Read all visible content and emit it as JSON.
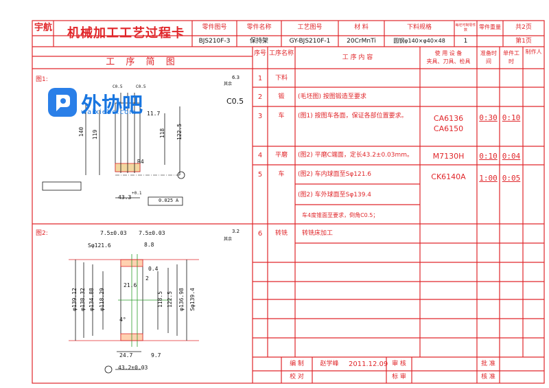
{
  "header": {
    "logo_cn": "宇航",
    "card_title": "机械加工工艺过程卡",
    "part_no_label": "零件图号",
    "part_no": "BJS210F-3",
    "part_name_label": "零件名称",
    "part_name": "保持架",
    "process_no_label": "工艺图号",
    "process_no": "GY-BJS210F-1",
    "material_label": "材 料",
    "material": "20CrMnTi",
    "blank_spec_label": "下料规格",
    "blank_spec": "圆钢φ140×φ40×48",
    "per_blank_label": "每坯可制零件数",
    "per_blank": "1",
    "part_weight_label": "零件重量",
    "total_pages": "共2页",
    "page_no": "第1页"
  },
  "table_header": {
    "sketch": "工 序 简 图",
    "seq": "序号",
    "proc_name": "工序名称",
    "content": "工 序 内 容",
    "equipment": "使 用 设 备\n夹具、刀具、检具",
    "prep_time": "准备时间",
    "unit_time": "单件工时",
    "operator": "制作人"
  },
  "steps": [
    {
      "no": "1",
      "name": "下料",
      "content": "",
      "equip": "",
      "prep": "",
      "unit": ""
    },
    {
      "no": "2",
      "name": "锻",
      "content": "(毛坯图) 按图锻造至要求",
      "equip": "",
      "prep": "",
      "unit": ""
    },
    {
      "no": "3",
      "name": "车",
      "content": "(图1) 按图车各面，保证各部位置要求。",
      "equip": "CA6136\nCA6150",
      "prep": "0:30",
      "unit": "0:10"
    },
    {
      "no": "4",
      "name": "平磨",
      "content": "(图2) 平磨C端面，定长43.2±0.03mm。",
      "equip": "M7130H",
      "prep": "0:10",
      "unit": "0:04"
    },
    {
      "no": "5",
      "name": "车",
      "content": "(图2) 车内球面至Sφ121.6",
      "content2": "(图2) 车外球面至Sφ139.4",
      "content3": "车4度锥面至要求，倒角C0.5；",
      "equip": "CK6140A",
      "prep": "1:00",
      "unit": "0:05"
    },
    {
      "no": "6",
      "name": "转铣",
      "content": "转铣床加工",
      "equip": "",
      "prep": "",
      "unit": ""
    }
  ],
  "footer": {
    "compile_label": "编 制",
    "compiler": "赵学峰",
    "date": "2011.12.09",
    "review_label": "审 核",
    "approve_label": "批 准",
    "proof_label": "校 对",
    "standard_label": "标 审",
    "approve2_label": "批 准",
    "ratify_label": "核 准"
  },
  "fig1": {
    "label": "图1:",
    "roughness": "6.3",
    "remaining": "其余",
    "chamfer": "C0.5",
    "dims": [
      "140",
      "119",
      "118",
      "122.5",
      "11.7",
      "C0.5",
      "C0.5",
      "R4",
      "43.3",
      "0.025",
      "A"
    ],
    "tol": "+0.1"
  },
  "fig2": {
    "label": "图2:",
    "roughness": "3.2",
    "remaining": "其余",
    "dims_top": [
      "7.5±0.03",
      "7.5±0.03",
      "8.8"
    ],
    "sphere": "Sφ121.6",
    "left_dims": [
      "φ139.12",
      "φ138.32",
      "φ134.88",
      "φ118.29"
    ],
    "right_dims": [
      "118.5",
      "122.5",
      "φ136.98",
      "Sφ139.4"
    ],
    "bottom": [
      "24.7",
      "9.7",
      "43.2±0.03"
    ],
    "mid": [
      "21.6",
      "0.4",
      "2",
      "4°"
    ]
  },
  "watermark": {
    "brand": "外协吧",
    "domain": "waixieba.com"
  }
}
